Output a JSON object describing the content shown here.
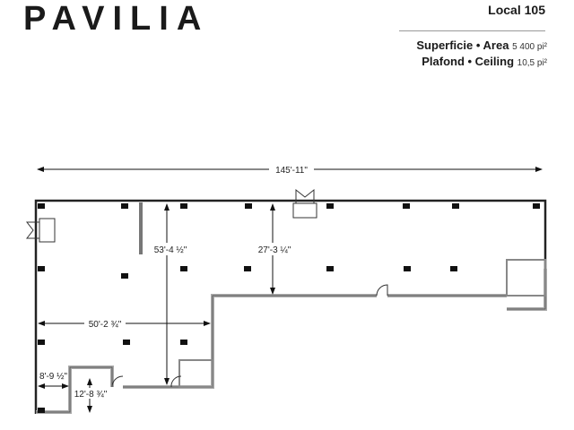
{
  "brand": "PAVILIA",
  "local": "Local 105",
  "specs": [
    {
      "label": "Superficie • Area",
      "value": "5 400 pi²"
    },
    {
      "label": "Plafond • Ceiling",
      "value": "10,5 pi²"
    }
  ],
  "dimensions": {
    "total_width": "145'-11\"",
    "depth_left": "53'-4 ½\"",
    "depth_right": "27'-3 ¼\"",
    "width_left": "50'-2 ¾\"",
    "notch_width": "8'-9 ½\"",
    "notch_depth": "12'-8 ¾\""
  }
}
